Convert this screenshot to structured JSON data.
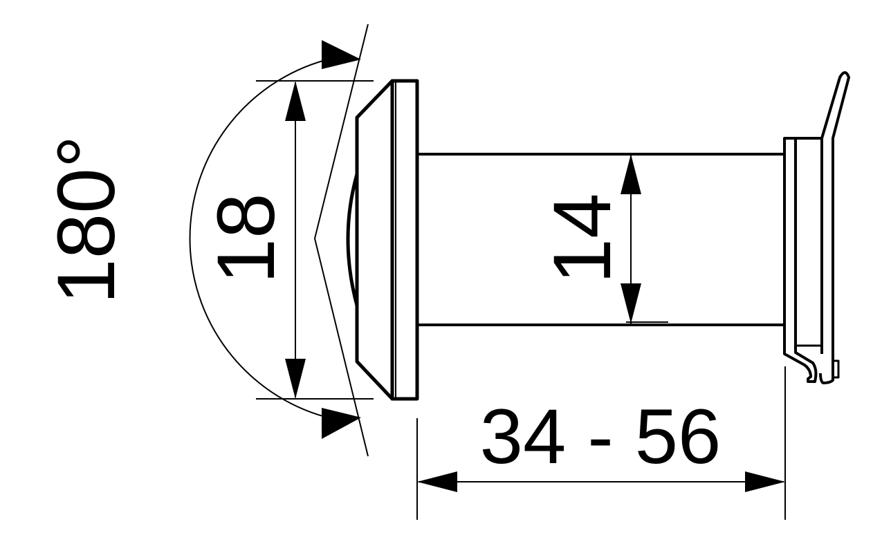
{
  "title": "Door viewer dimension drawing",
  "labels": {
    "angle": "180°",
    "flange_diameter": "18",
    "barrel_diameter": "14",
    "door_thickness": "34 - 56"
  },
  "colors": {
    "line": "#000000",
    "background": "#ffffff"
  }
}
